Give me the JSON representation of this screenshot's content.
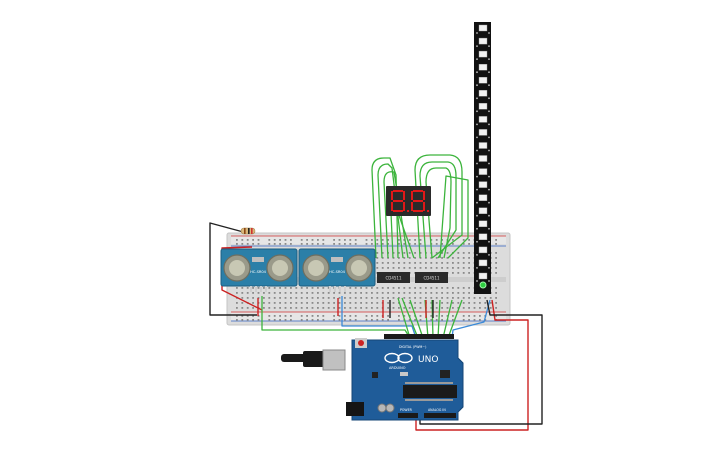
{
  "sensors": [
    {
      "model": "HC-SR04"
    },
    {
      "model": "HC-SR04"
    }
  ],
  "drivers": [
    {
      "label": "CD4511"
    },
    {
      "label": "CD4511"
    }
  ],
  "board": {
    "name": "UNO",
    "brand": "ARDUINO",
    "digital_header": "DIGITAL (PWM~)",
    "power_header": "POWER",
    "analog_header": "ANALOG IN"
  },
  "display": {
    "digits": 2
  },
  "strip": {
    "led_count": 20
  },
  "colors": {
    "board": "#1f5c99",
    "sensor": "#2b7fa8",
    "breadboard": "#dcdcdc",
    "wire_green": "#3cb43c",
    "wire_red": "#cc2222",
    "wire_black": "#222222",
    "wire_blue": "#3a8ad8",
    "display_segment": "#e01818",
    "strip": "#111111"
  }
}
